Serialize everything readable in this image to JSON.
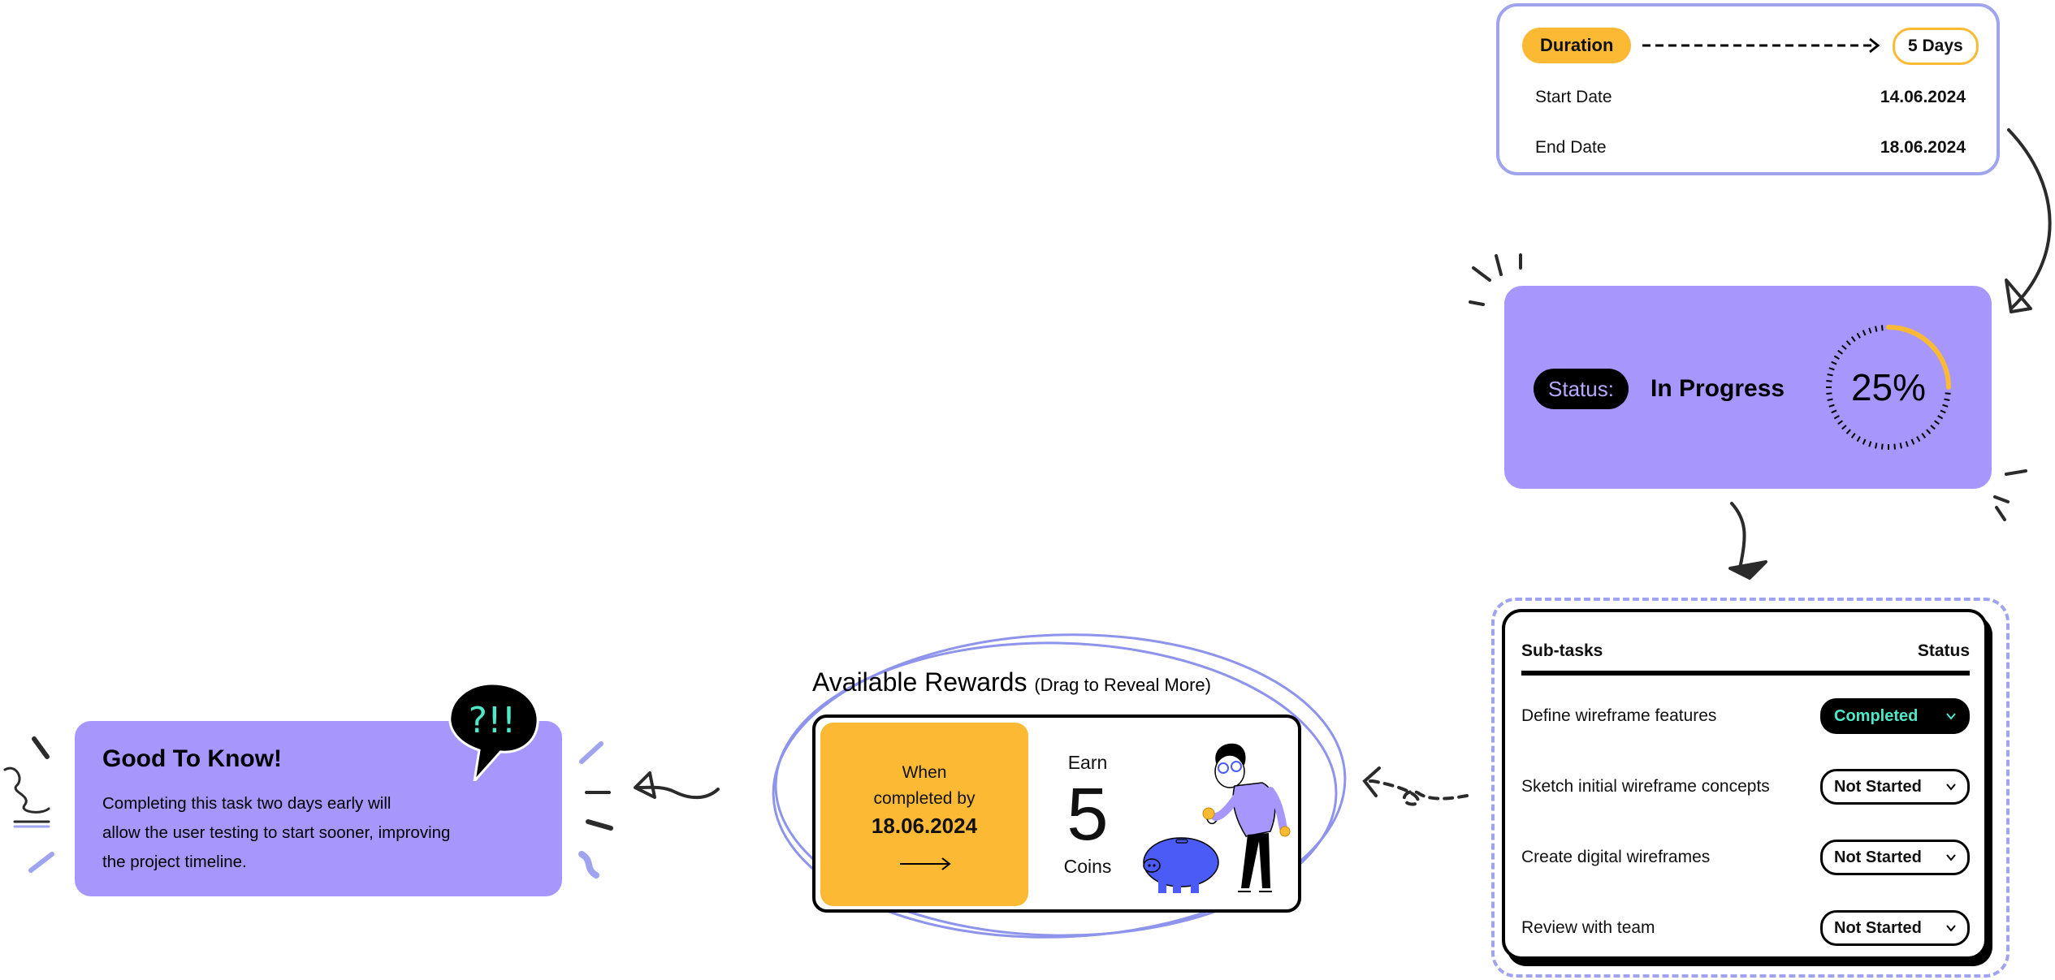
{
  "duration": {
    "label": "Duration",
    "value": "5 Days",
    "start_label": "Start Date",
    "start_value": "14.06.2024",
    "end_label": "End Date",
    "end_value": "18.06.2024"
  },
  "status": {
    "label": "Status:",
    "value": "In Progress",
    "progress_percent": 25,
    "progress_text": "25%"
  },
  "subtasks": {
    "header_task": "Sub-tasks",
    "header_status": "Status",
    "items": [
      {
        "name": "Define wireframe features",
        "status": "Completed"
      },
      {
        "name": "Sketch initial wireframe concepts",
        "status": "Not Started"
      },
      {
        "name": "Create digital wireframes",
        "status": "Not Started"
      },
      {
        "name": "Review with team",
        "status": "Not Started"
      }
    ]
  },
  "rewards": {
    "title": "Available Rewards",
    "hint": "(Drag to Reveal More)",
    "condition_line1": "When",
    "condition_line2": "completed by",
    "condition_date": "18.06.2024",
    "earn_label": "Earn",
    "coins_value": "5",
    "coins_label": "Coins"
  },
  "good_to_know": {
    "title": "Good To Know!",
    "body_line1": "Completing this task two days early will",
    "body_line2": "allow the user testing to start sooner, improving",
    "body_line3": "the project timeline.",
    "bubble_text": "?!!"
  },
  "colors": {
    "accent_purple": "#a797fd",
    "outline_periwinkle": "#a0a4ee",
    "accent_yellow": "#fcb934",
    "completed_teal": "#4ee8c8"
  }
}
